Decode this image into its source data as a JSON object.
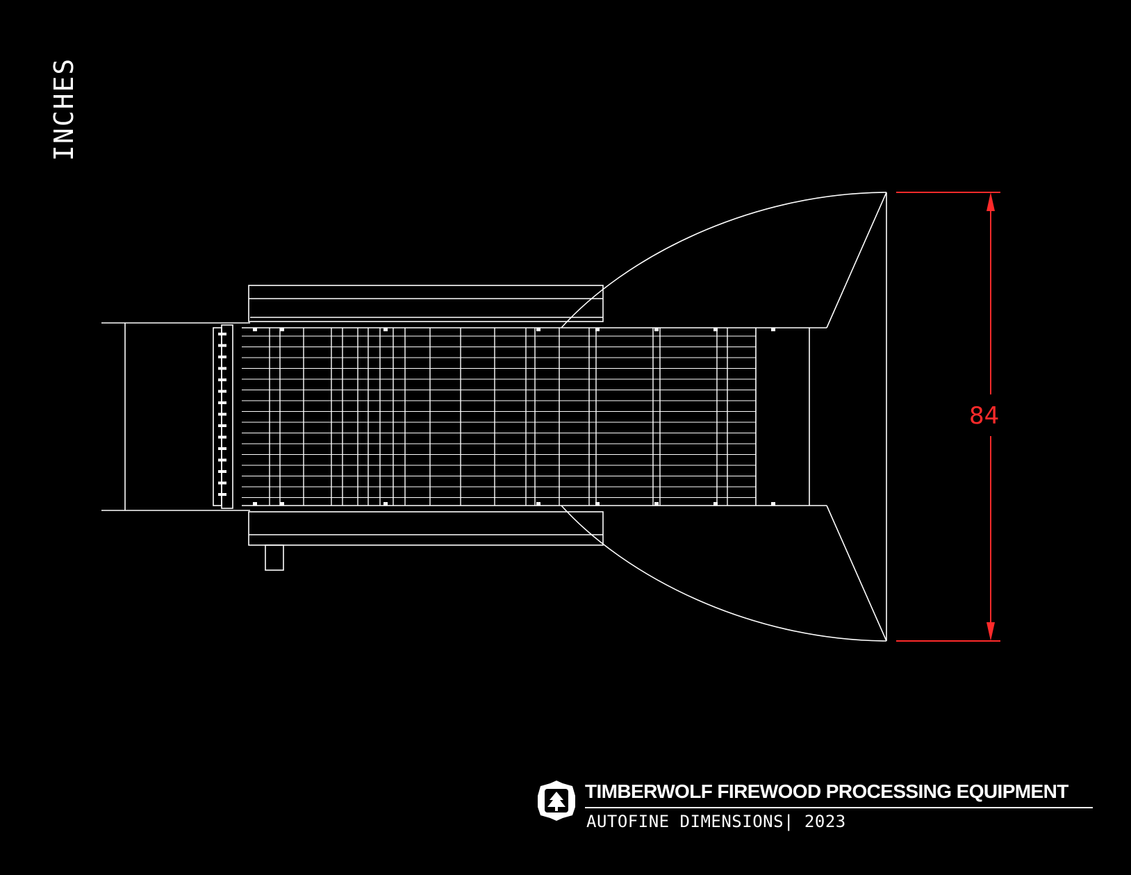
{
  "drawing": {
    "units_label": "INCHES",
    "dimension": {
      "value": "84",
      "color": "#ff2a2a"
    },
    "line_color": "#ffffff",
    "background": "#000000"
  },
  "titleblock": {
    "logo_icon": "timberwolf-tree-badge-icon",
    "company": "TIMBERWOLF FIREWOOD PROCESSING EQUIPMENT",
    "subtitle": "AUTOFINE DIMENSIONS| 2023"
  }
}
